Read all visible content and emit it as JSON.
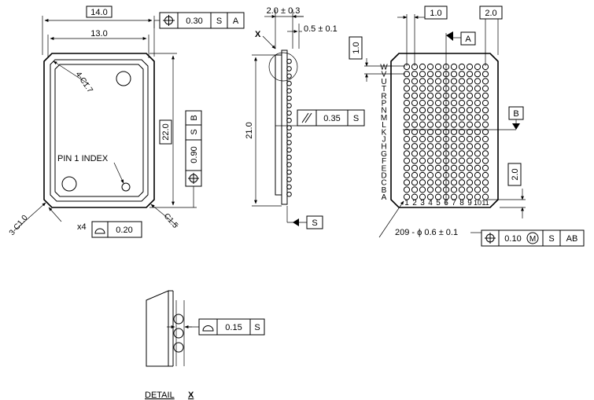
{
  "top_view": {
    "width_outer": "14.0",
    "width_inner": "13.0",
    "chamfer_top": "4-C1.7",
    "chamfer_left": "3-C1.0",
    "chamfer_right": "C1.5",
    "pin1_index": "PIN 1 INDEX",
    "height": "22.0",
    "flatness_count": "x4",
    "flatness_value": "0.20",
    "position_tol": {
      "value": "0.30",
      "ref1": "S",
      "ref2": "A"
    },
    "side_tol": {
      "value": "0.90",
      "ref1": "S",
      "ref2": "B"
    }
  },
  "side_view": {
    "thickness": "2.0 ± 0.3",
    "standoff": "0.5 ± 0.1",
    "detail_marker": "X",
    "length": "21.0",
    "parallel_value": "0.35",
    "parallel_ref": "S",
    "datum_s": "S"
  },
  "bottom_view": {
    "pitch_x": "1.0",
    "edge_x": "2.0",
    "pitch_y": "1.0",
    "edge_y": "2.0",
    "datum_a": "A",
    "datum_b": "B",
    "row_letters": [
      "W",
      "V",
      "U",
      "T",
      "R",
      "P",
      "N",
      "M",
      "L",
      "K",
      "J",
      "H",
      "G",
      "F",
      "E",
      "D",
      "C",
      "B",
      "A"
    ],
    "column_numbers": [
      "1",
      "2",
      "3",
      "4",
      "5",
      "6",
      "7",
      "8",
      "9",
      "10",
      "11"
    ],
    "ball_spec": "209 - ϕ 0.6 ± 0.1",
    "position_tol": {
      "value": "0.10",
      "modifier": "M",
      "ref1": "S",
      "ref2": "AB"
    }
  },
  "detail": {
    "flatness_value": "0.15",
    "flatness_ref": "S",
    "title": "DETAIL",
    "title_mark": "X"
  }
}
